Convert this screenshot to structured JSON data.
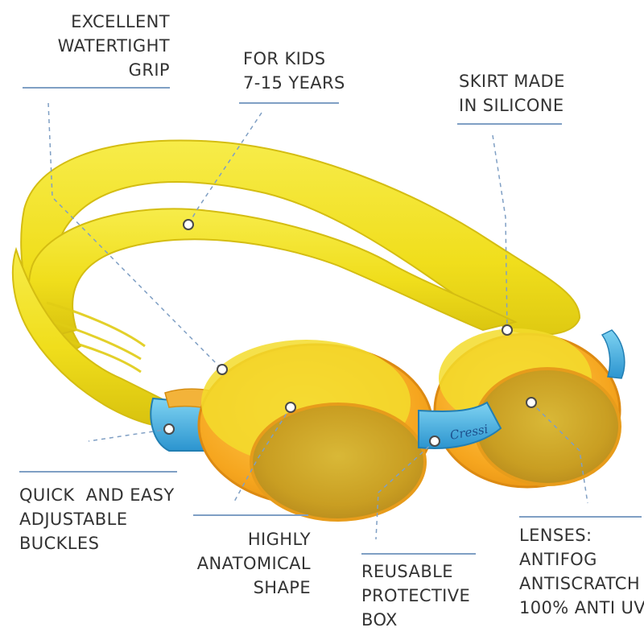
{
  "callouts": {
    "grip": "EXCELLENT\nWATERTIGHT\nGRIP",
    "kids": "FOR KIDS\n7-15 YEARS",
    "skirt": "SKIRT MADE\nIN SILICONE",
    "buckles": "QUICK  AND EASY\nADJUSTABLE\nBUCKLES",
    "shape": "HIGHLY\nANATOMICAL\nSHAPE",
    "box": "REUSABLE\nPROTECTIVE\nBOX",
    "lenses": "LENSES:\nANTIFOG\nANTISCRATCH\n100% ANTI UV"
  },
  "product": {
    "brand_logo": "Cressi"
  },
  "colors": {
    "strap_yellow": "#f2e21f",
    "lens_orange": "#f5a81c",
    "lens_tint": "#c9a92a",
    "buckle_blue": "#3aa6d9",
    "accent_rule": "#7f9fc4",
    "text": "#333333"
  }
}
